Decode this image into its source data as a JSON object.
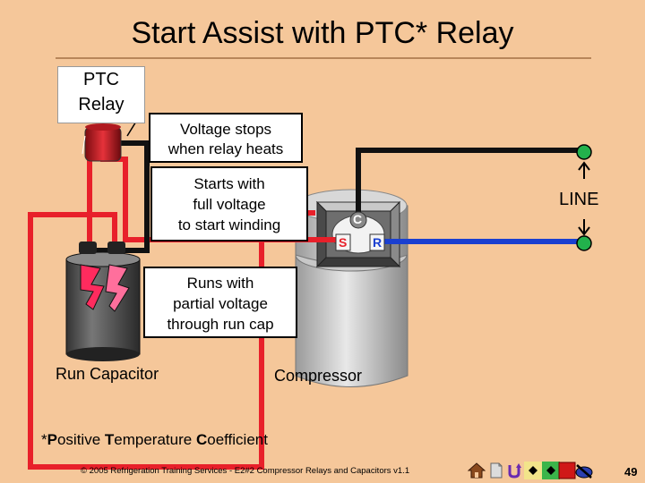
{
  "slide": {
    "title": "Start Assist with PTC* Relay",
    "ptc_label_line1": "PTC",
    "ptc_label_line2": "Relay",
    "callout_voltage_line1": "Voltage stops",
    "callout_voltage_line2": "when relay heats",
    "callout_start_line1": "Starts with",
    "callout_start_line2": "full voltage",
    "callout_start_line3": "to start winding",
    "callout_run_line1": "Runs with",
    "callout_run_line2": "partial voltage",
    "callout_run_line3": "through run cap",
    "terminal_c": "C",
    "terminal_s": "S",
    "terminal_r": "R",
    "line_label": "LINE",
    "run_capacitor_label": "Run Capacitor",
    "compressor_label": "Compressor",
    "footnote_star": "*",
    "footnote_p": "P",
    "footnote_ositive": "ositive ",
    "footnote_t": "T",
    "footnote_emperature": "emperature ",
    "footnote_c": "C",
    "footnote_oefficient": "oefficient"
  },
  "footer": {
    "copyright": "© 2005 Refrigeration Training Services - E2#2 Compressor Relays and Capacitors v1.1",
    "page_number": "49"
  },
  "colors": {
    "background": "#F5C79A",
    "wire_red": "#E8202A",
    "wire_black": "#111111",
    "terminal_green": "#22B14C",
    "compressor_gray": "#B8B8B8"
  }
}
